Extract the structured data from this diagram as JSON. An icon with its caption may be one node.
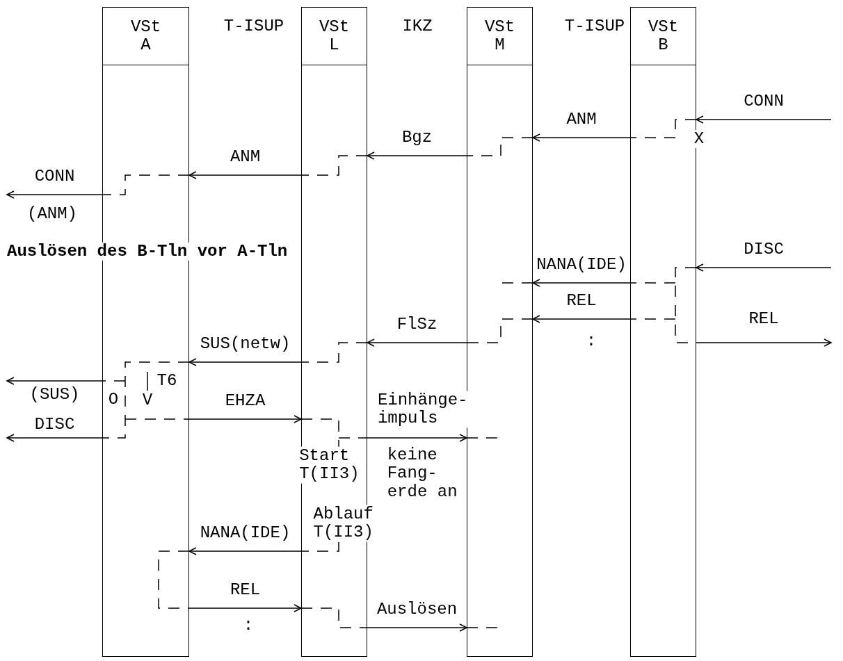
{
  "diagram": {
    "nodes": [
      {
        "text": [
          "VSt A"
        ]
      },
      {
        "text": [
          "VSt L"
        ]
      },
      {
        "text": [
          "VSt M"
        ]
      },
      {
        "text": [
          "VSt B"
        ]
      }
    ],
    "edges": [
      {
        "from": null,
        "to": 3,
        "arrow": "to",
        "label": "CONN"
      },
      {
        "from": 3,
        "to": 2,
        "arrow": "to",
        "label": "ANM"
      },
      {
        "from": 2,
        "to": 1,
        "arrow": "to",
        "label": "Bgz"
      },
      {
        "from": 1,
        "to": 0,
        "arrow": "to",
        "label": "ANM"
      },
      {
        "from": 0,
        "to": null,
        "arrow": "to",
        "label": "CONN"
      },
      {
        "from": null,
        "to": 3,
        "arrow": "to",
        "label": "DISC"
      },
      {
        "from": 3,
        "to": 2,
        "arrow": "to",
        "label": "NANA(IDE)"
      },
      {
        "from": 3,
        "to": 2,
        "arrow": "to",
        "label": "REL"
      },
      {
        "from": 3,
        "to": null,
        "arrow": "to",
        "label": "REL"
      },
      {
        "from": 2,
        "to": 1,
        "arrow": "to",
        "label": "FlSz"
      },
      {
        "from": 1,
        "to": 0,
        "arrow": "to",
        "label": "SUS(netw)"
      },
      {
        "from": 0,
        "to": null,
        "arrow": "to",
        "label": "(SUS)"
      },
      {
        "from": 0,
        "to": null,
        "arrow": "to",
        "label": "DISC"
      },
      {
        "from": 0,
        "to": 1,
        "arrow": "to",
        "label": "EHZA"
      },
      {
        "from": 1,
        "to": 2,
        "arrow": "to",
        "label": "Einhänge- impuls"
      },
      {
        "from": 1,
        "to": 0,
        "arrow": "to",
        "label": "NANA(IDE)"
      },
      {
        "from": 0,
        "to": 1,
        "arrow": "to",
        "label": "REL"
      },
      {
        "from": 1,
        "to": 2,
        "arrow": "to",
        "label": "Auslösen"
      }
    ],
    "labels": [
      "T-ISUP",
      "IKZ",
      "T-ISUP",
      "X",
      "(ANM)",
      "Auslösen des B-Tln vor A-Tln",
      ":",
      "T6",
      "O",
      "V",
      "Start T(II3)",
      "keine Fang- erde an",
      "Ablauf T(II3)",
      ":"
    ]
  }
}
